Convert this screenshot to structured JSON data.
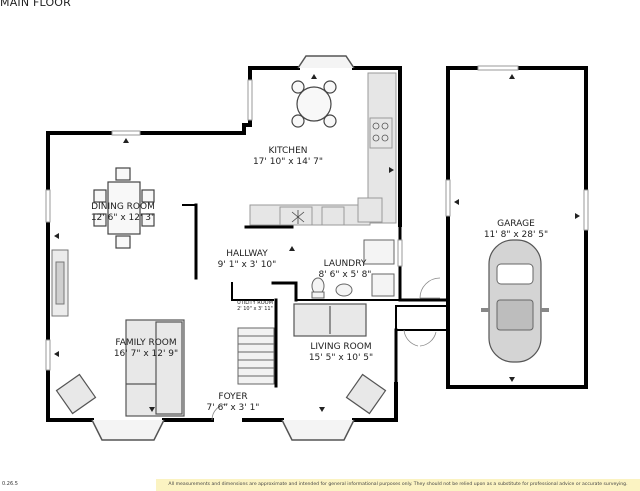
{
  "title": "MAIN FLOOR",
  "rooms": [
    {
      "id": "kitchen",
      "name": "KITCHEN",
      "dims": "17' 10\" x 14' 7\""
    },
    {
      "id": "dining",
      "name": "DINING ROOM",
      "dims": "12' 6\" x 12' 3\""
    },
    {
      "id": "garage",
      "name": "GARAGE",
      "dims": "11' 8\" x 28' 5\""
    },
    {
      "id": "hallway",
      "name": "HALLWAY",
      "dims": "9' 1\" x 3' 10\""
    },
    {
      "id": "laundry",
      "name": "LAUNDRY",
      "dims": "8' 6\" x 5' 8\""
    },
    {
      "id": "utility",
      "name": "UTILITY ROOM",
      "dims": "2' 10\" x 3' 11\""
    },
    {
      "id": "family",
      "name": "FAMILY ROOM",
      "dims": "16' 7\" x 12' 9\""
    },
    {
      "id": "living",
      "name": "LIVING ROOM",
      "dims": "15' 5\" x 10' 5\""
    },
    {
      "id": "foyer",
      "name": "FOYER",
      "dims": "7' 6\" x 3' 1\""
    }
  ],
  "scale_label": "0.26.5",
  "disclaimer": "All measurements and dimensions are approximate and intended for general informational purposes only. They should not be relied upon as a substitute for professional advice or accurate surveying.",
  "colors": {
    "wall": "#000000",
    "fixture": "#b8b8b8",
    "counter": "#e6e6e6",
    "fill": "#efefef",
    "disclaimer_bg": "#fbf3c2"
  }
}
